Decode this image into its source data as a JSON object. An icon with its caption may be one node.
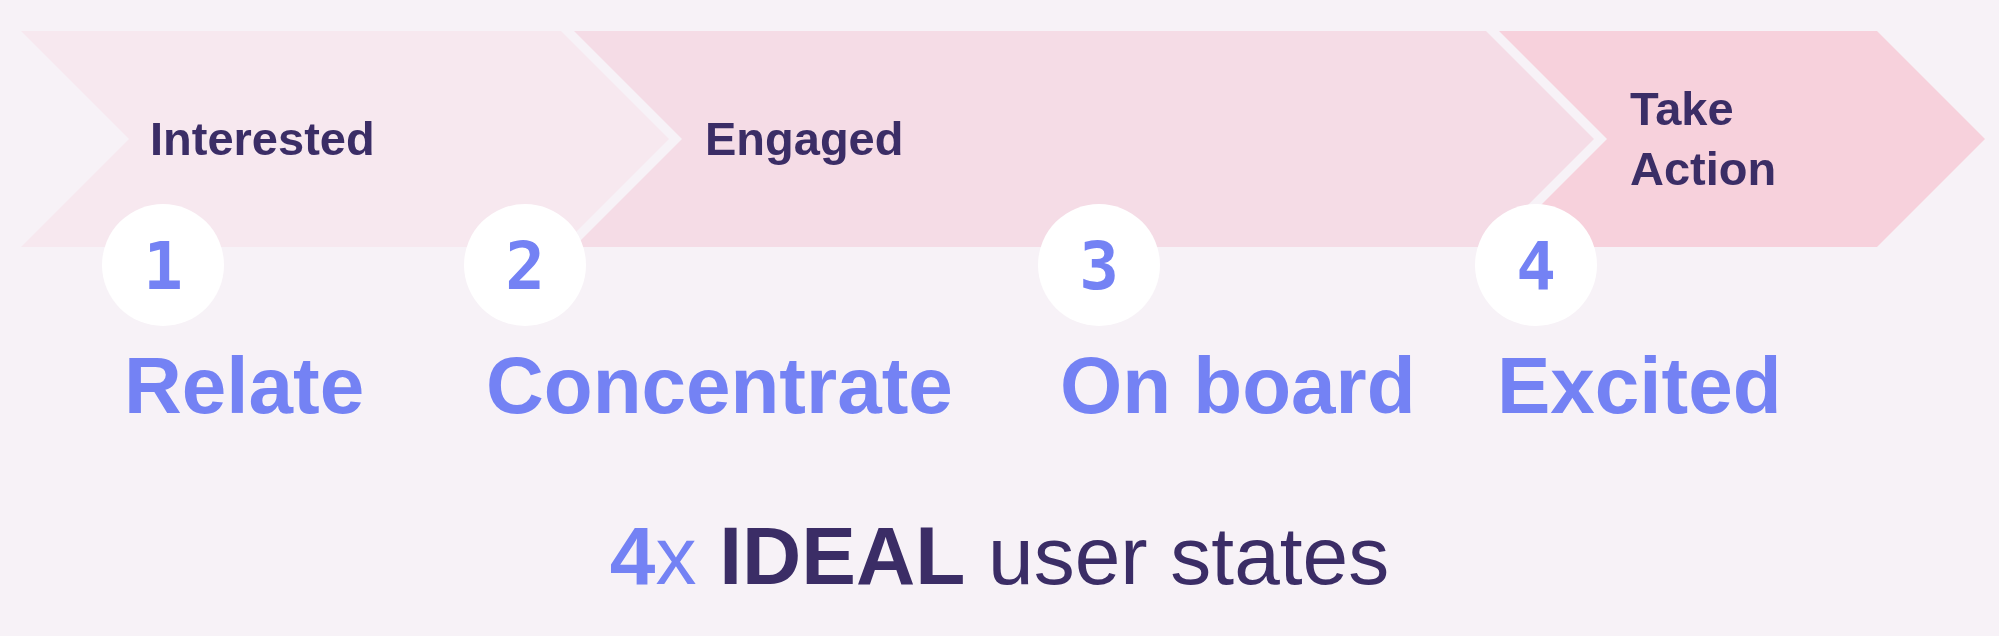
{
  "diagram": {
    "caption": "**4**x **IDEAL** user states",
    "nodes": [
      {
        "text": [
          "Interested"
        ]
      },
      {
        "text": [
          "Engaged"
        ]
      },
      {
        "text": [
          "Take Action"
        ]
      },
      {
        "text": [
          "1"
        ],
        "beside": [
          "Relate"
        ]
      },
      {
        "text": [
          "2"
        ],
        "beside": [
          "Concentrate"
        ]
      },
      {
        "text": [
          "3"
        ],
        "beside": [
          "On board"
        ]
      },
      {
        "text": [
          "4"
        ],
        "beside": [
          "Excited"
        ]
      }
    ]
  }
}
